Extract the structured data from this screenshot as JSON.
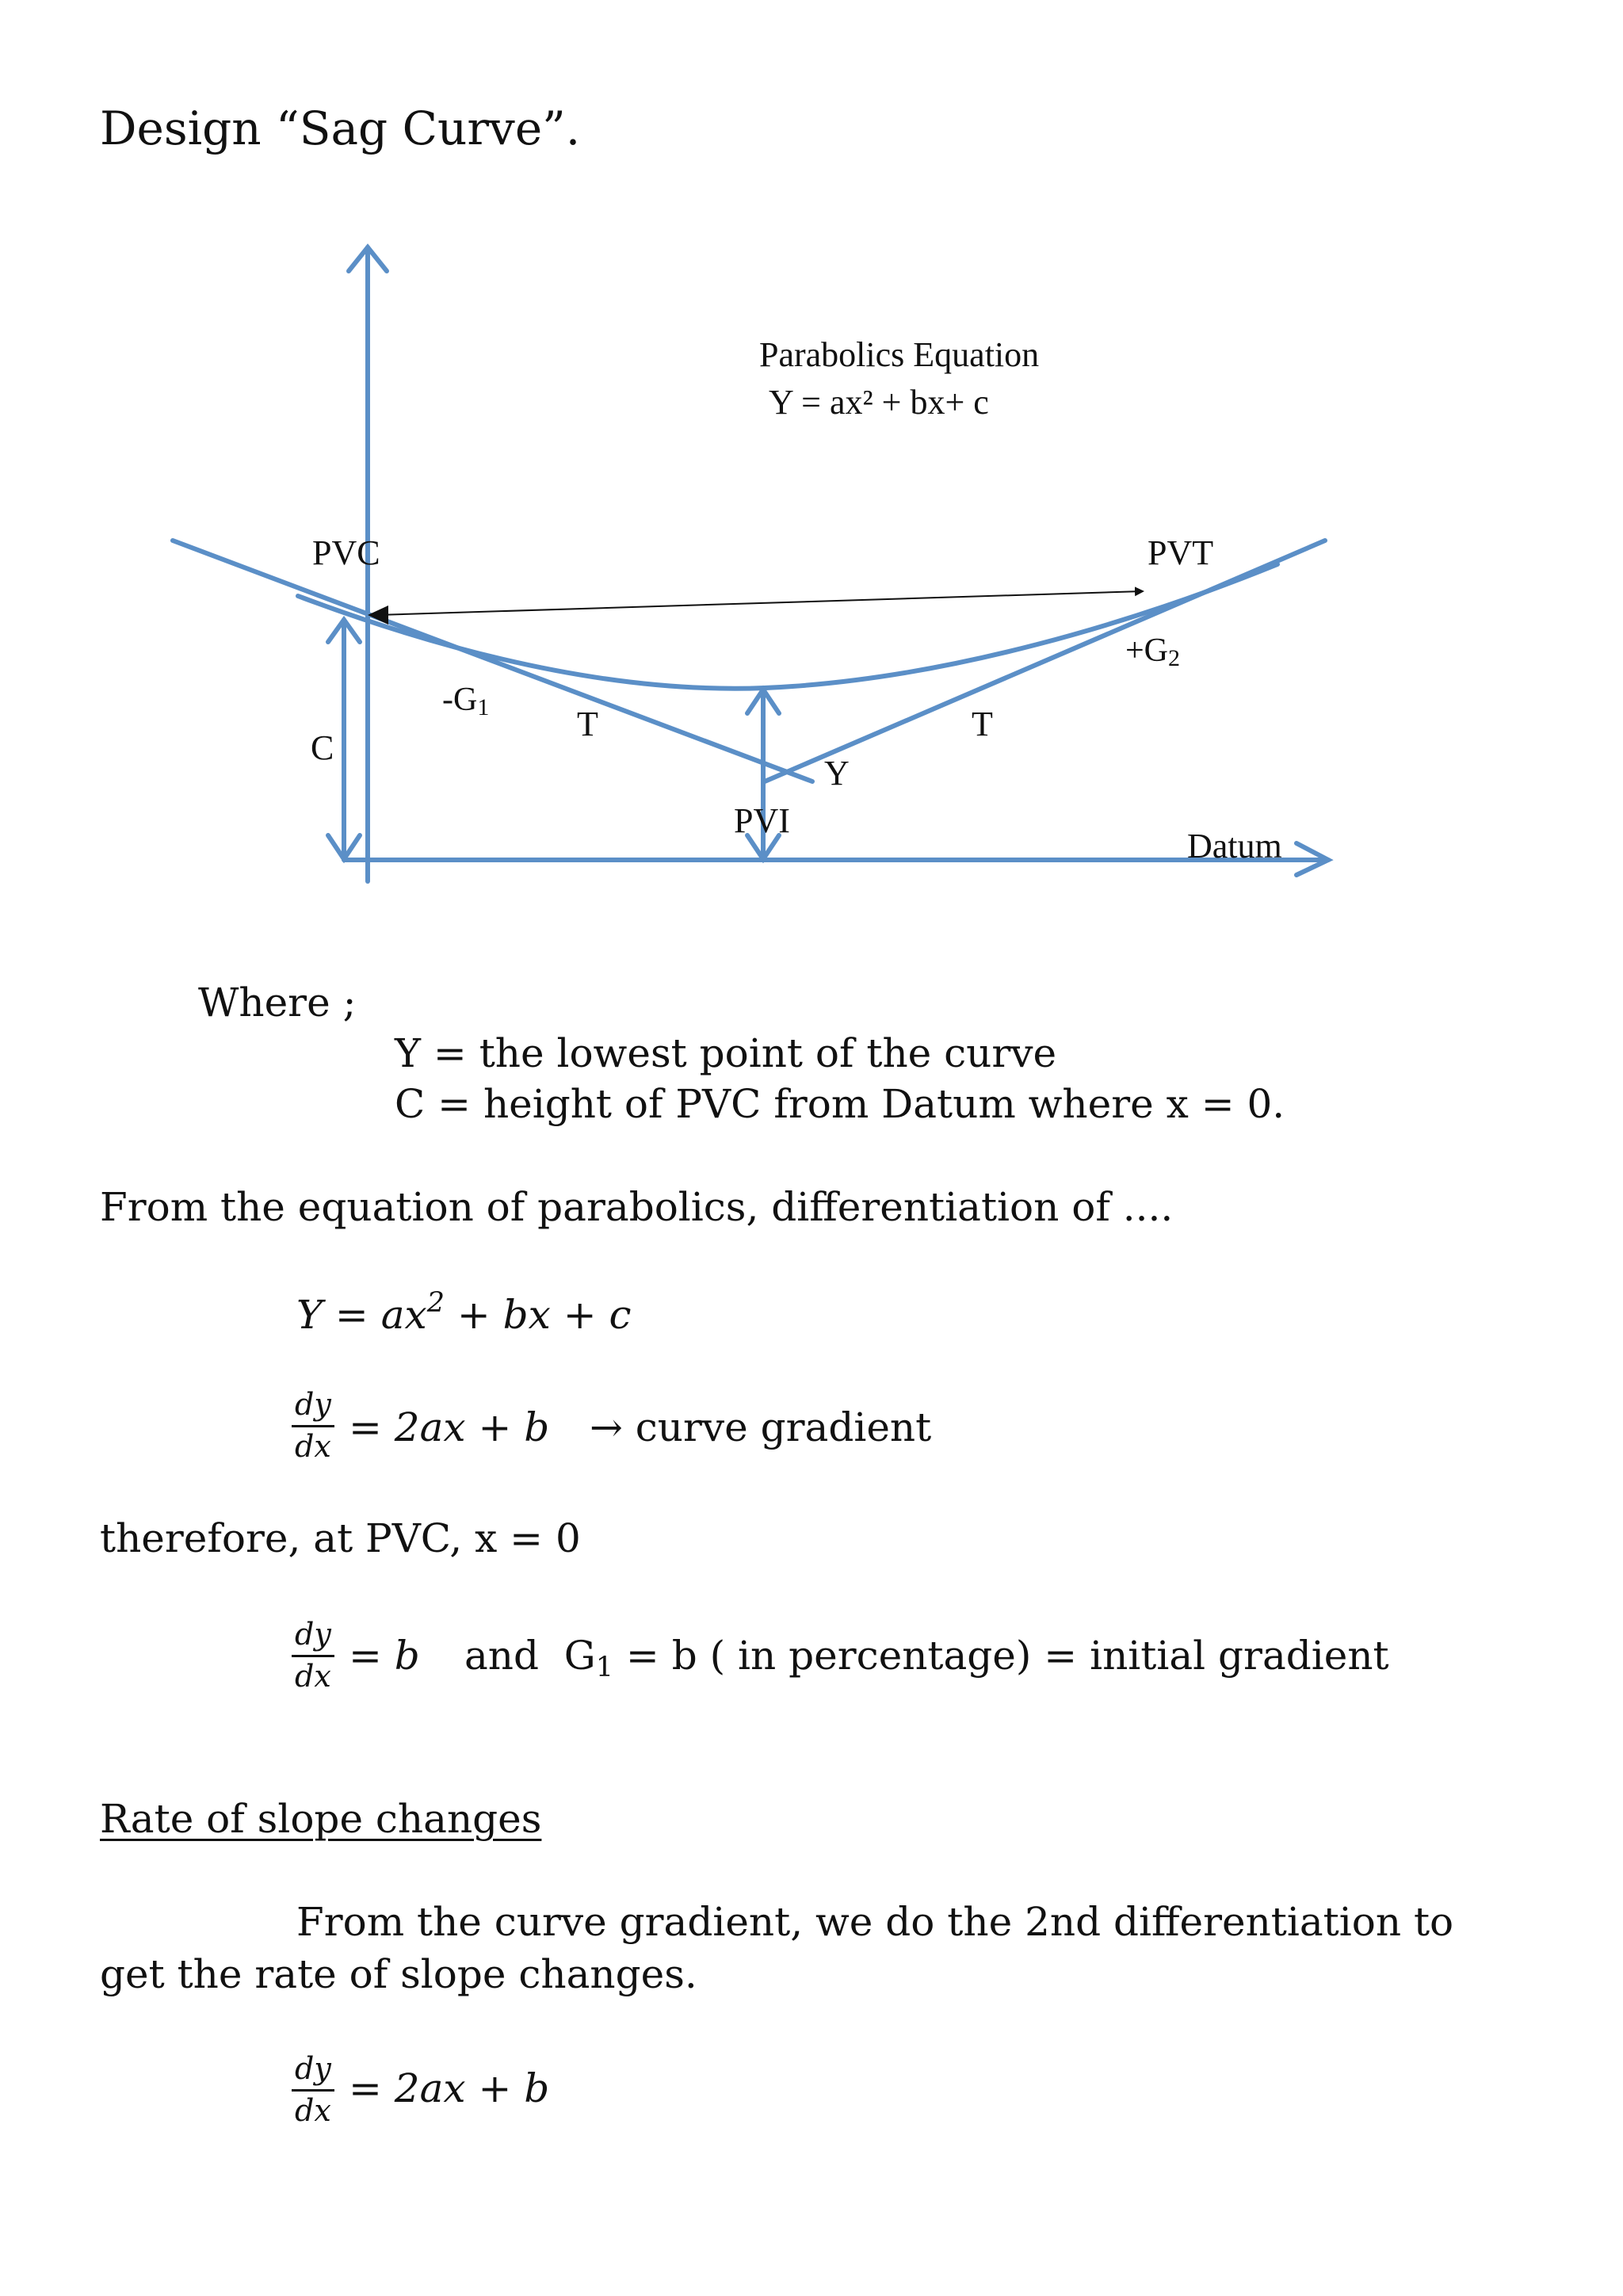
{
  "title": "Design “Sag Curve”.",
  "diagram": {
    "equation_title": "Parabolics Equation",
    "equation": "Y = ax² + bx+ c",
    "labels": {
      "pvc": "PVC",
      "pvt": "PVT",
      "pvi": "PVI",
      "c": "C",
      "g1": "-G1",
      "g2": "+G2",
      "t_left": "T",
      "t_right": "T",
      "y": "Y",
      "datum": "Datum"
    },
    "line_color": "#5b8fc7"
  },
  "where_label": "Where ;",
  "where_lines": [
    "Y = the lowest point of the curve",
    "C = height of PVC from Datum where x = 0."
  ],
  "para_diff": "From the equation of parabolics, differentiation of ....",
  "eq1": "Y = ax² + bx + c",
  "eq2": {
    "num": "dy",
    "den": "dx",
    "rhs": "= 2ax + b",
    "arrow_text": "→ curve gradient"
  },
  "para_therefore": "therefore,  at PVC,  x = 0",
  "eq3": {
    "num": "dy",
    "den": "dx",
    "rhs": "= b",
    "text": "and  G1 = b ( in percentage) = initial gradient"
  },
  "section_heading": "Rate of slope changes",
  "para_rate_1": "From the curve gradient, we  do the 2nd differentiation to",
  "para_rate_2": "get the rate of slope changes.",
  "eq4": {
    "num": "dy",
    "den": "dx",
    "rhs": "= 2ax + b"
  }
}
